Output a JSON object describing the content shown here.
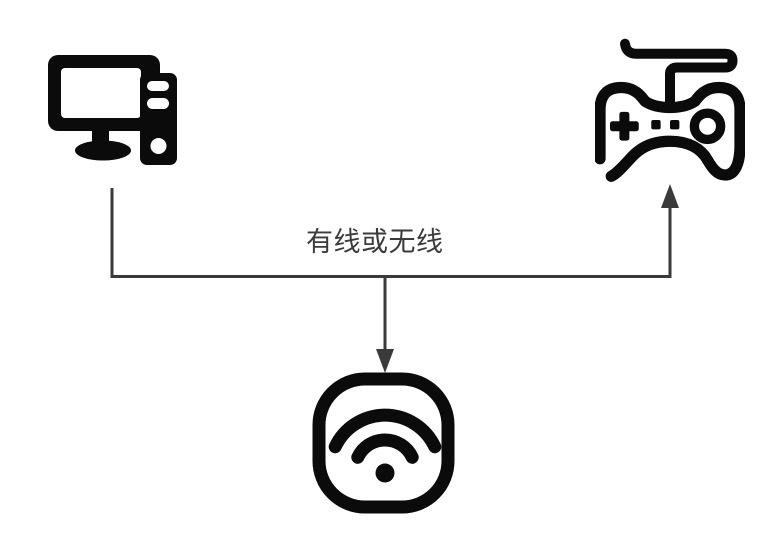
{
  "diagram": {
    "edge_label": "有线或无线",
    "colors": {
      "icon": "#0b0b0b",
      "connector": "#3a3a3a",
      "label_text": "#3b3b3b",
      "background": "#ffffff"
    },
    "nodes": [
      {
        "id": "computer",
        "icon": "desktop-computer-icon",
        "description": "desktop computer with tower"
      },
      {
        "id": "controller",
        "icon": "gamepad-icon",
        "description": "wired game controller"
      },
      {
        "id": "router",
        "icon": "wifi-router-icon",
        "description": "wireless router / wifi"
      }
    ],
    "edges": [
      {
        "from": "computer",
        "to": "junction",
        "style": "plain-line"
      },
      {
        "from": "junction",
        "to": "controller",
        "style": "arrow"
      },
      {
        "from": "junction",
        "to": "router",
        "style": "arrow",
        "label": "有线或无线"
      }
    ]
  }
}
